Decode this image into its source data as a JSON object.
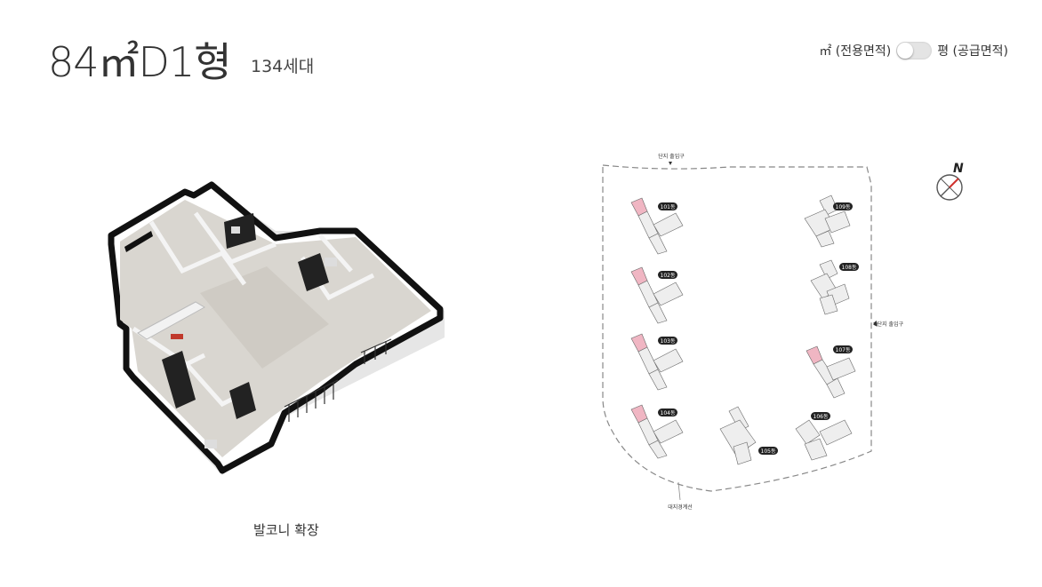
{
  "header": {
    "title": "84㎡D1형",
    "household_count": "134세대"
  },
  "unit_switch": {
    "label_left": "㎡ (전용면적)",
    "label_right": "평 (공급면적)",
    "state": "off"
  },
  "floorplan": {
    "caption": "발코니 확장"
  },
  "siteplan": {
    "entrance_top": "단지 출입구",
    "entrance_right": "◀단지 출입구",
    "boundary_label": "대지경계선",
    "buildings": [
      {
        "label": "101동"
      },
      {
        "label": "102동"
      },
      {
        "label": "103동"
      },
      {
        "label": "104동"
      },
      {
        "label": "105동"
      },
      {
        "label": "106동"
      },
      {
        "label": "107동"
      },
      {
        "label": "108동"
      },
      {
        "label": "109동"
      }
    ]
  },
  "compass": {
    "north_label": "N"
  },
  "colors": {
    "highlight": "#f0b6c3",
    "wall": "#111111",
    "floor": "#d9d6d0",
    "badge": "#222222"
  }
}
